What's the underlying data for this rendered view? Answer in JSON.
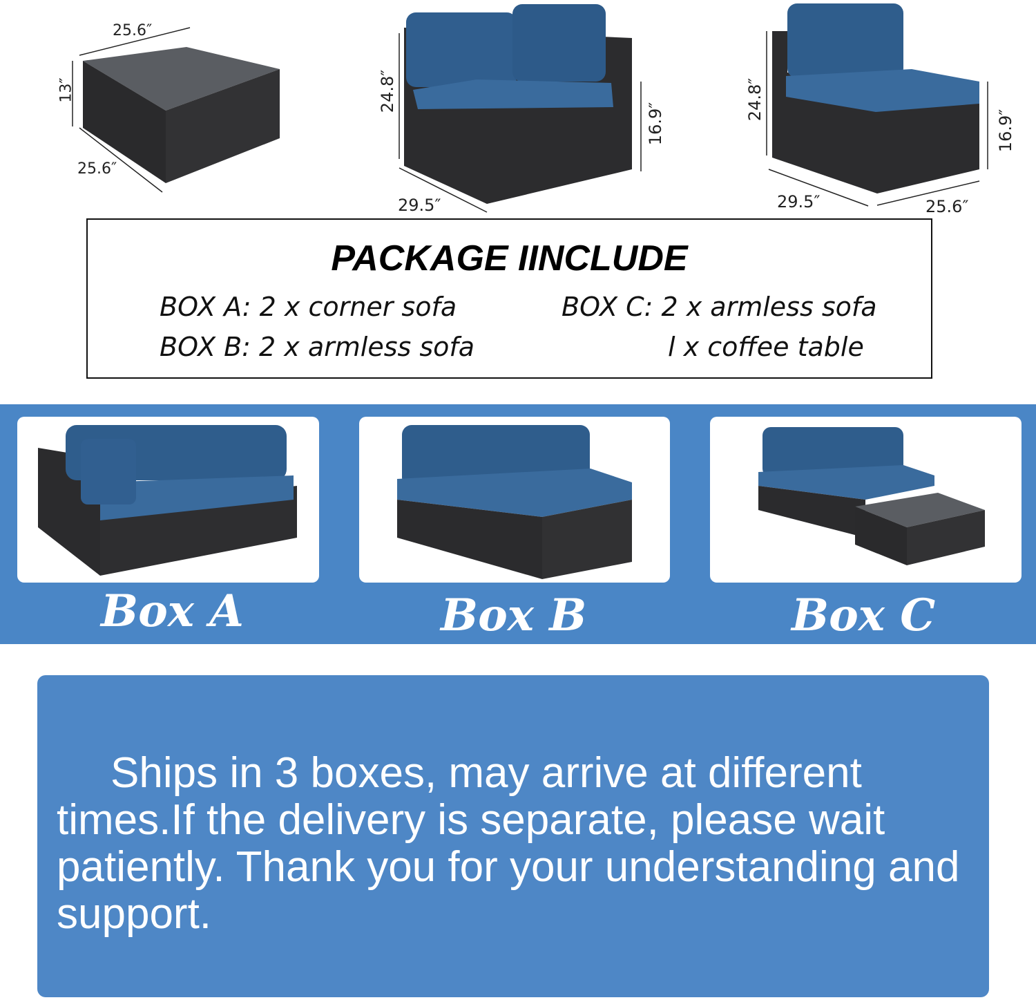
{
  "dimensions": {
    "coffee_table": {
      "width": "25.6″",
      "height": "13″",
      "depth": "25.6″"
    },
    "corner_sofa": {
      "height": "24.8″",
      "seat_height": "16.9″",
      "depth": "29.5″"
    },
    "armless_sofa": {
      "height": "24.8″",
      "seat_height": "16.9″",
      "depth": "29.5″",
      "width": "25.6″"
    }
  },
  "package": {
    "title": "PACKAGE IINCLUDE",
    "box_a": "BOX A: 2 x corner sofa",
    "box_b": "BOX B: 2 x armless sofa",
    "box_c_line1": "BOX C: 2 x armless sofa",
    "box_c_line2": "l x coffee table"
  },
  "boxes": [
    {
      "label": "Box A"
    },
    {
      "label": "Box B"
    },
    {
      "label": "Box C"
    }
  ],
  "note": "Ships in 3 boxes, may arrive at different times.If the delivery is separate, please wait patiently. Thank you for your understanding and support.",
  "colors": {
    "band_blue": "#4a86c6",
    "cushion_blue": "#2f5f8f",
    "wicker": "#2b2b2d"
  }
}
